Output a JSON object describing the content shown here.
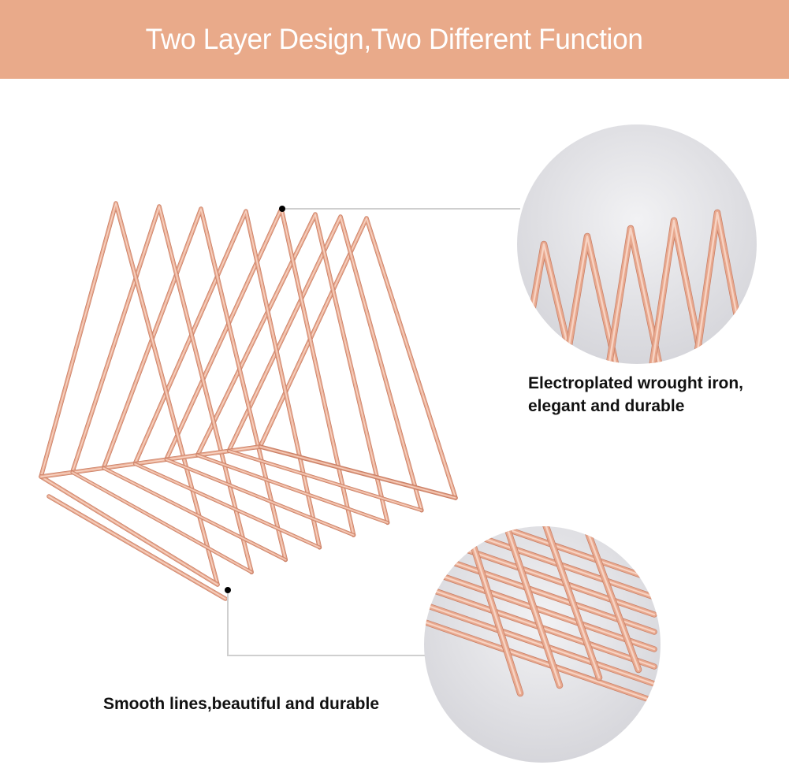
{
  "banner": {
    "title": "Two Layer Design,Two Different Function"
  },
  "callouts": [
    {
      "lines": [
        "Electroplated wrought iron,",
        "elegant and durable"
      ]
    },
    {
      "lines": [
        "Smooth lines,beautiful and durable"
      ]
    }
  ],
  "colors": {
    "banner": "#e9aa8a",
    "wire": "#e8a88e",
    "wire_dark": "#c97f66",
    "circle_bg": "#e4e4e8"
  }
}
